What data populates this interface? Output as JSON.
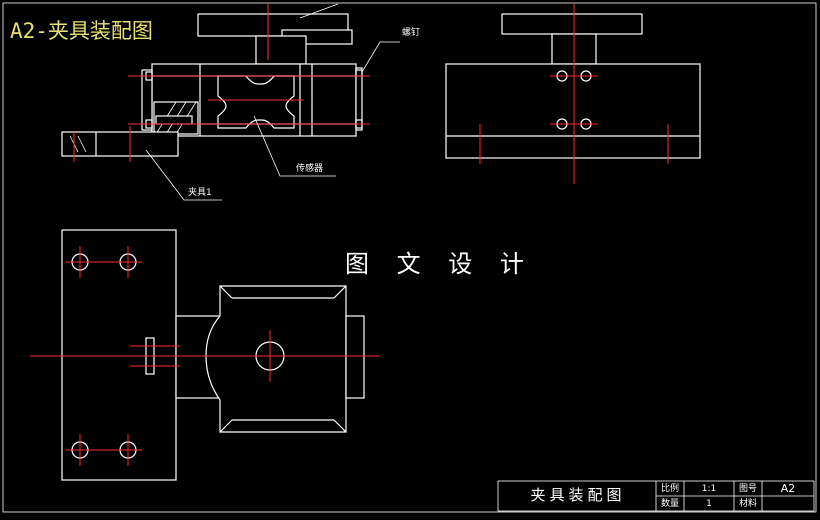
{
  "drawing": {
    "title": "A2-夹具装配图",
    "watermark": "图 文 设 计",
    "labels": {
      "screw": "螺钉",
      "sensor": "传感器",
      "fixture": "夹具1"
    },
    "title_block": {
      "name": "夹具装配图",
      "scale_label": "比例",
      "scale_value": "1:1",
      "sheet_label": "图号",
      "sheet_value": "A2",
      "qty_label": "数量",
      "qty_value": "1",
      "material_label": "材料"
    }
  },
  "colors": {
    "background": "#000000",
    "lines": "#ffffff",
    "centerlines": "#ff2a2a",
    "title": "#e8e070"
  }
}
